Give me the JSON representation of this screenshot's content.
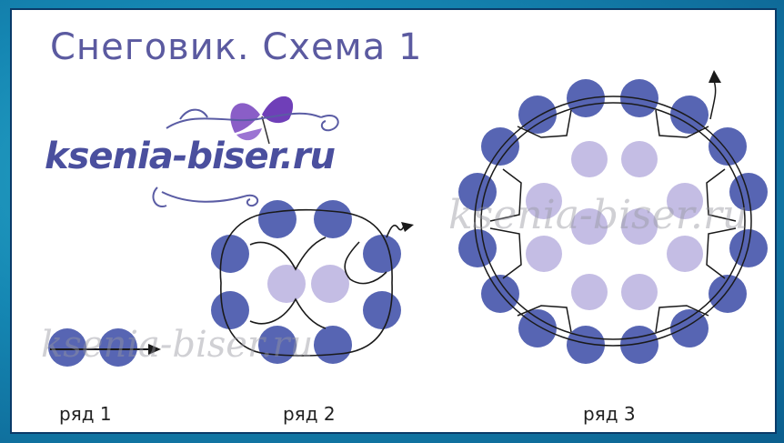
{
  "title": "Снеговик. Схема 1",
  "logo_text": "ksenia-biser.ru",
  "watermark": "ksenia-biser.ru",
  "rows": [
    {
      "label": "ряд 1"
    },
    {
      "label": "ряд 2"
    },
    {
      "label": "ряд 3"
    }
  ],
  "colors": {
    "bead_dark": "#5765b3",
    "bead_light": "#c4bde4",
    "thread": "#1a1a1a",
    "title": "#5b5aa0",
    "frame_border": "#0a3a68"
  },
  "icons": [
    "butterfly-icon",
    "swirl-ornament-icon"
  ]
}
